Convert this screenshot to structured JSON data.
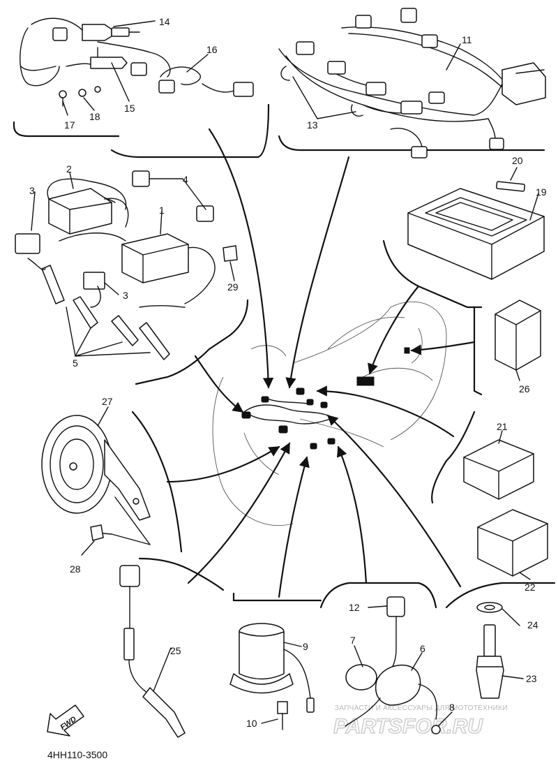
{
  "diagram": {
    "code": "4HH110-3500",
    "fwd_label": "FWD",
    "watermark": {
      "caption": "ЗАПЧАСТИ И АКСЕССУАРЫ ДЛЯ МОТОТЕХНИКИ",
      "logo": "PARTSFOR.RU"
    },
    "callouts": [
      "1",
      "2",
      "3",
      "3",
      "4",
      "5",
      "6",
      "7",
      "8",
      "9",
      "10",
      "11",
      "12",
      "13",
      "14",
      "15",
      "16",
      "17",
      "18",
      "19",
      "20",
      "21",
      "22",
      "23",
      "24",
      "25",
      "26",
      "27",
      "28",
      "29"
    ]
  }
}
